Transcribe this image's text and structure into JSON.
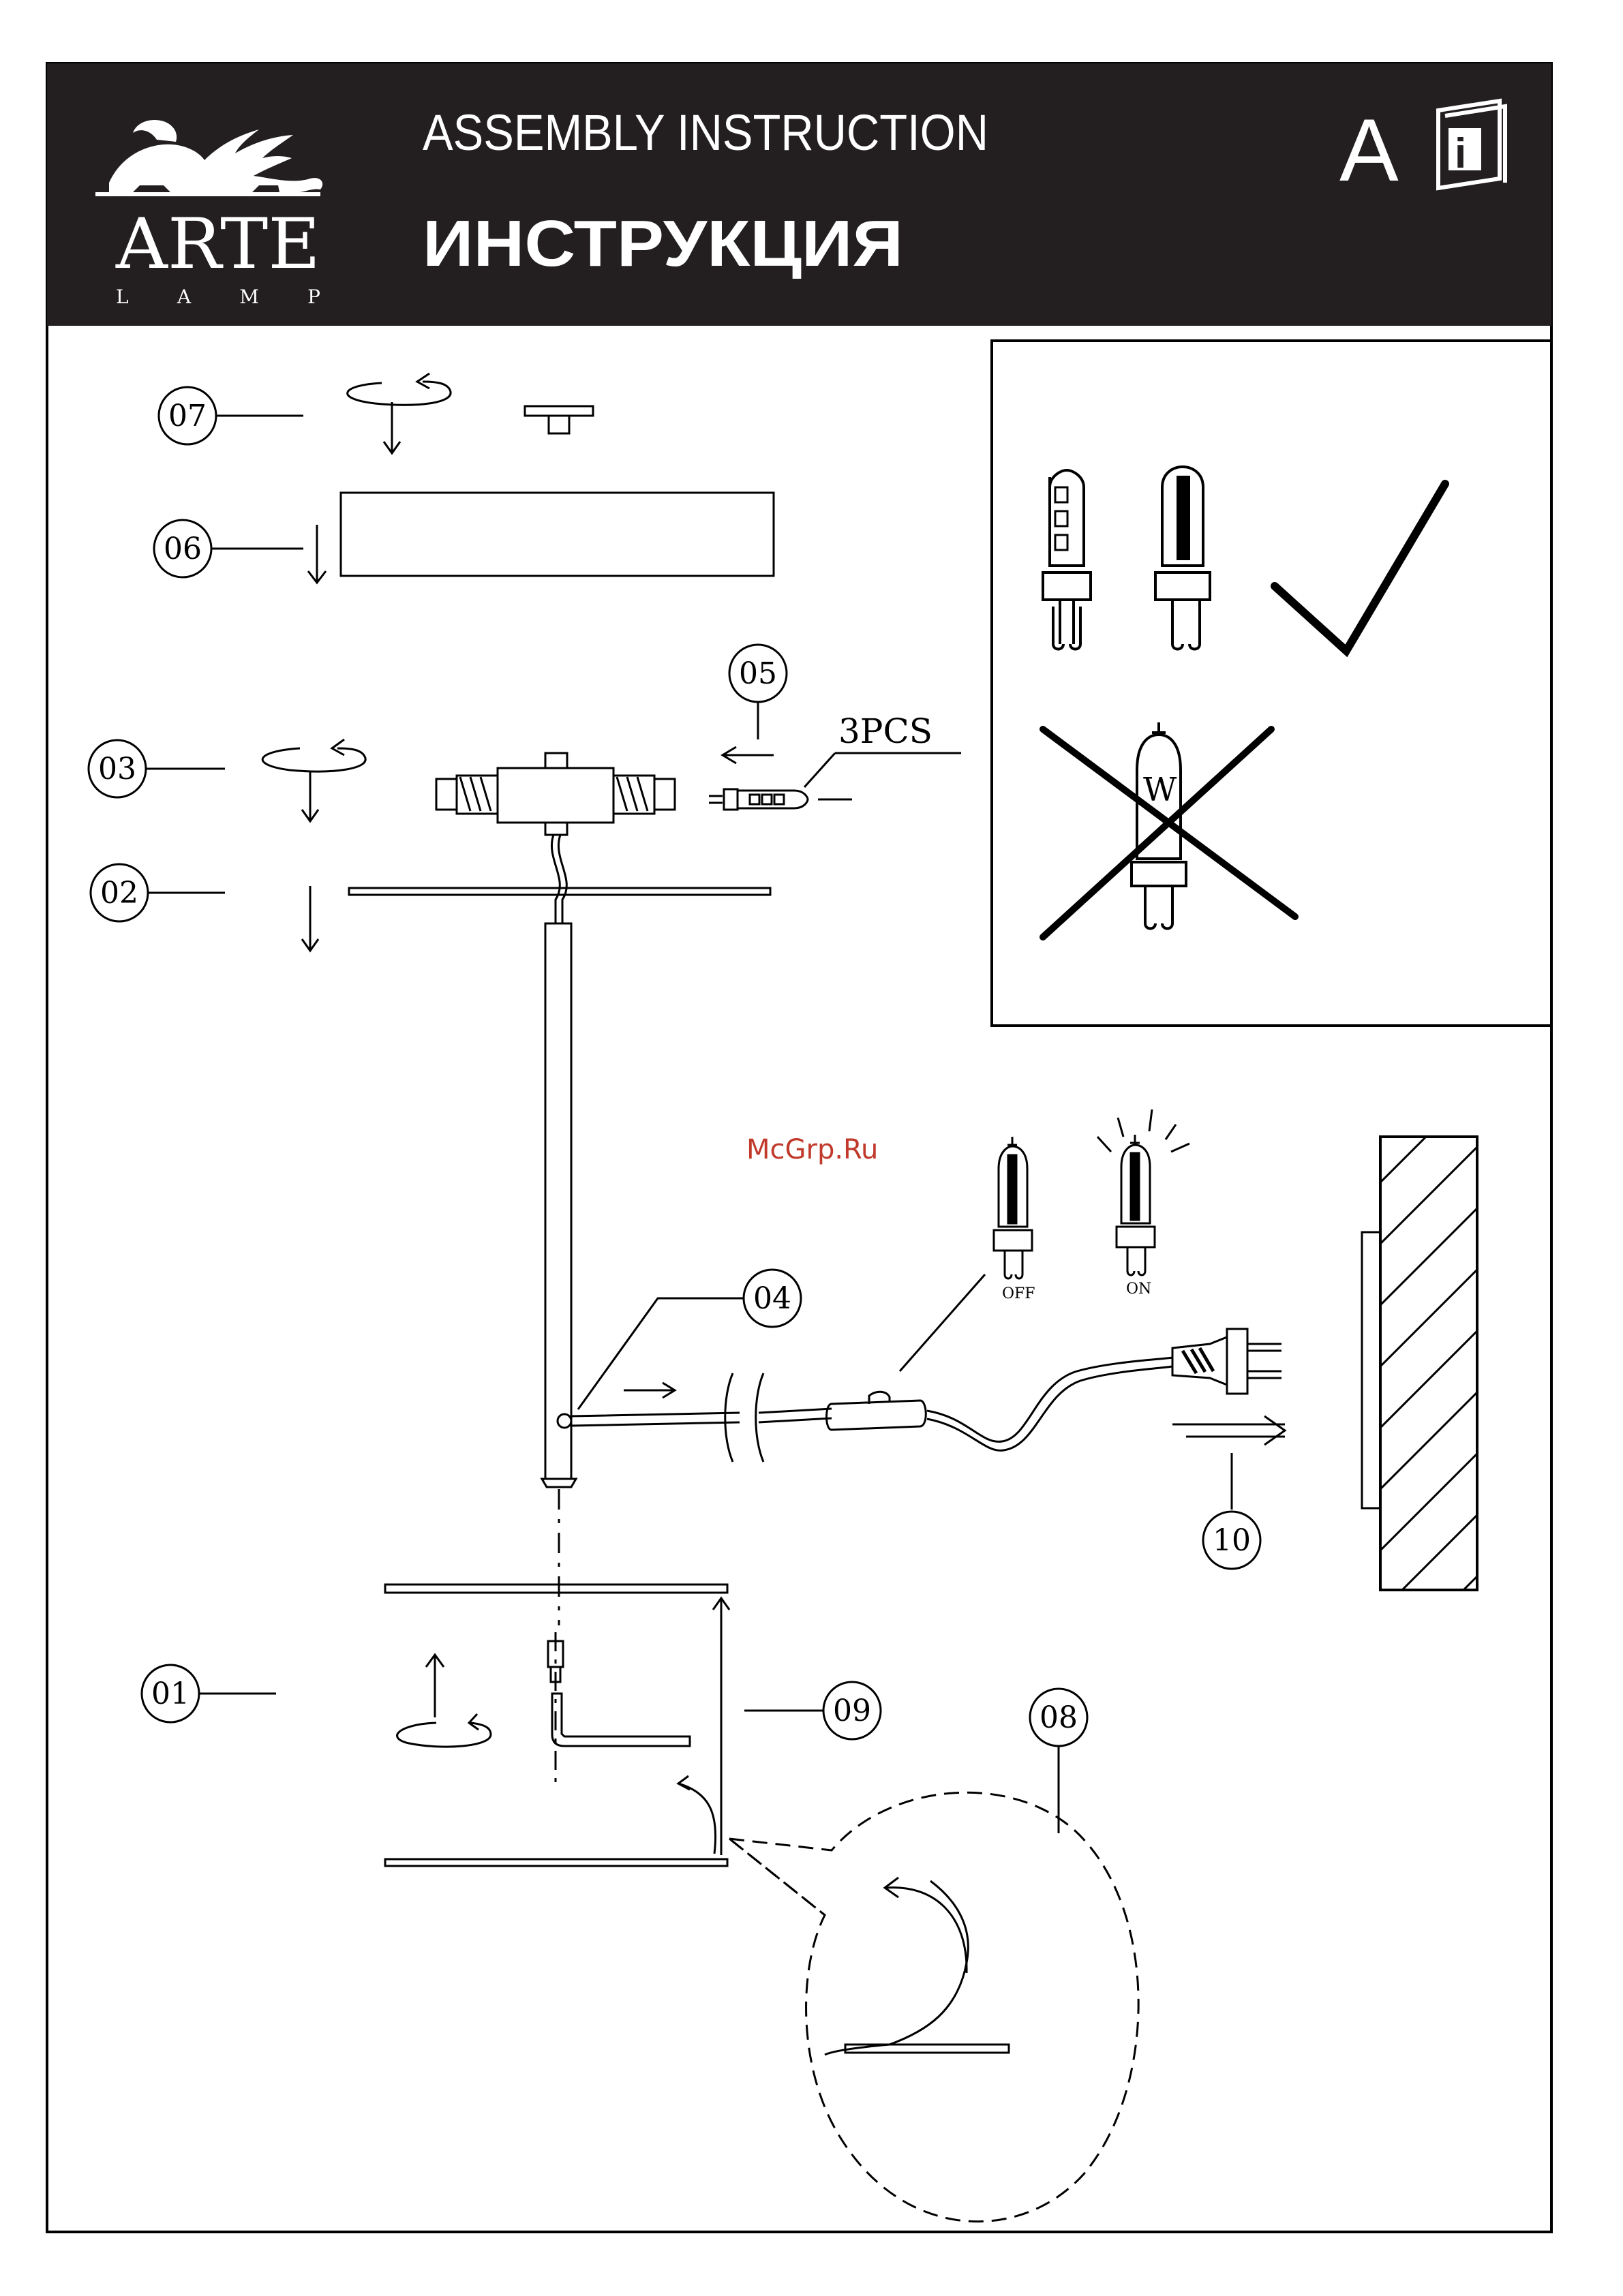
{
  "header": {
    "brand_name": "ARTE",
    "brand_sub": "L  A  M  P",
    "title_en": "ASSEMBLY  INSTRUCTION",
    "title_ru": "ИНСТРУКЦИЯ",
    "badge_letter": "A",
    "badge_i": "i"
  },
  "steps": {
    "s01": "01",
    "s02": "02",
    "s03": "03",
    "s04": "04",
    "s05": "05",
    "s06": "06",
    "s07": "07",
    "s08": "08",
    "s09": "09",
    "s10": "10"
  },
  "labels": {
    "pcs": "3PCS",
    "off": "OFF",
    "on": "ON",
    "bulb_w": "W"
  },
  "watermark": "McGrp.Ru",
  "colors": {
    "header_bg": "#231f20",
    "ink": "#000000",
    "watermark": "#c0392b"
  }
}
